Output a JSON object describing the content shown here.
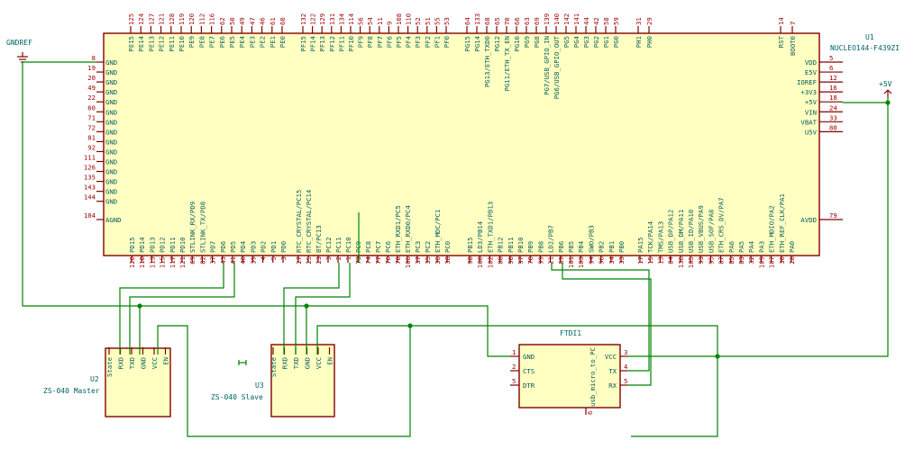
{
  "power": {
    "gnd": "GNDREF",
    "vcc": "+5V"
  },
  "u1": {
    "ref": "U1",
    "value": "NUCLEO144-F439ZI",
    "top_pins": [
      {
        "name": "PE15",
        "num": "125"
      },
      {
        "name": "PE14",
        "num": "124"
      },
      {
        "name": "PE13",
        "num": "127"
      },
      {
        "name": "PE12",
        "num": "121"
      },
      {
        "name": "PE11",
        "num": "128"
      },
      {
        "name": "PE10",
        "num": "119"
      },
      {
        "name": "PE9",
        "num": "120"
      },
      {
        "name": "PE8",
        "num": "112"
      },
      {
        "name": "PE7",
        "num": "116"
      },
      {
        "name": "PE6",
        "num": "62"
      },
      {
        "name": "PE5",
        "num": "50"
      },
      {
        "name": "PE4",
        "num": "49"
      },
      {
        "name": "PE3",
        "num": "47"
      },
      {
        "name": "PE2",
        "num": "46"
      },
      {
        "name": "PE1",
        "num": "61"
      },
      {
        "name": "PE0",
        "num": "60"
      },
      {
        "name": "PF15",
        "num": "132"
      },
      {
        "name": "PF14",
        "num": "122"
      },
      {
        "name": "PF13",
        "num": "129"
      },
      {
        "name": "PF12",
        "num": "131"
      },
      {
        "name": "PF11",
        "num": "134"
      },
      {
        "name": "PF10",
        "num": "114"
      },
      {
        "name": "PF9",
        "num": "56"
      },
      {
        "name": "PF8",
        "num": "54"
      },
      {
        "name": "PF7",
        "num": "11"
      },
      {
        "name": "PF6",
        "num": "9"
      },
      {
        "name": "PF5",
        "num": "108"
      },
      {
        "name": "PF4",
        "num": "110"
      },
      {
        "name": "PF3",
        "num": "52"
      },
      {
        "name": "PF2",
        "num": "51"
      },
      {
        "name": "PF1",
        "num": "55"
      },
      {
        "name": "PF0",
        "num": "53"
      },
      {
        "name": "PG15",
        "num": "64"
      },
      {
        "name": "PG14",
        "num": "133"
      },
      {
        "name": "PG13/ETH_TXD0",
        "num": "68"
      },
      {
        "name": "PG12",
        "num": "65"
      },
      {
        "name": "PG11/ETH_TX_EN",
        "num": "70"
      },
      {
        "name": "PG10",
        "num": "66"
      },
      {
        "name": "PG9",
        "num": "63"
      },
      {
        "name": "PG8",
        "num": "69"
      },
      {
        "name": "PG7/USB_GPIO_IN",
        "num": "139"
      },
      {
        "name": "PG6/USB_GPIO_OUT",
        "num": "140"
      },
      {
        "name": "PG5",
        "num": "142"
      },
      {
        "name": "PG4",
        "num": "141"
      },
      {
        "name": "PG3",
        "num": "44"
      },
      {
        "name": "PG2",
        "num": "42"
      },
      {
        "name": "PG1",
        "num": "58"
      },
      {
        "name": "PG0",
        "num": "59"
      },
      {
        "name": "PH1",
        "num": "31"
      },
      {
        "name": "PH0",
        "num": "29"
      },
      {
        "name": "RST",
        "num": "14"
      },
      {
        "name": "BOOT0",
        "num": "7"
      }
    ],
    "left_pins": [
      {
        "name": "GND",
        "num": "8"
      },
      {
        "name": "GND",
        "num": "19"
      },
      {
        "name": "GND",
        "num": "20"
      },
      {
        "name": "GND",
        "num": "49"
      },
      {
        "name": "GND",
        "num": "22"
      },
      {
        "name": "GND",
        "num": "60"
      },
      {
        "name": "GND",
        "num": "71"
      },
      {
        "name": "GND",
        "num": "72"
      },
      {
        "name": "GND",
        "num": "81"
      },
      {
        "name": "GND",
        "num": "92"
      },
      {
        "name": "GND",
        "num": "111"
      },
      {
        "name": "GND",
        "num": "126"
      },
      {
        "name": "GND",
        "num": "135"
      },
      {
        "name": "GND",
        "num": "143"
      },
      {
        "name": "GND",
        "num": "144"
      },
      {
        "name": "AGND",
        "num": "104"
      }
    ],
    "right_pins": [
      {
        "name": "VDD",
        "num": "5"
      },
      {
        "name": "E5V",
        "num": "6"
      },
      {
        "name": "IOREF",
        "num": "12"
      },
      {
        "name": "+3V3",
        "num": "16"
      },
      {
        "name": "+5V",
        "num": "18"
      },
      {
        "name": "VIN",
        "num": "24"
      },
      {
        "name": "VBAT",
        "num": "33"
      },
      {
        "name": "U5V",
        "num": "80"
      },
      {
        "name": "AVDD",
        "num": "79"
      }
    ],
    "bottom_pins": [
      {
        "name": "PD15",
        "num": "120"
      },
      {
        "name": "PD14",
        "num": "118"
      },
      {
        "name": "PD13",
        "num": "113"
      },
      {
        "name": "PD12",
        "num": "115"
      },
      {
        "name": "PD11",
        "num": "117"
      },
      {
        "name": "PD10",
        "num": "121"
      },
      {
        "name": "STLINK_RX/PD9",
        "num": "69"
      },
      {
        "name": "STLINK_TX/PD8",
        "num": "82"
      },
      {
        "name": "PD7",
        "num": "37"
      },
      {
        "name": "PD6",
        "num": "43"
      },
      {
        "name": "PD5",
        "num": "41"
      },
      {
        "name": "PD4",
        "num": "40"
      },
      {
        "name": "PD3",
        "num": "39"
      },
      {
        "name": "PD2",
        "num": "4"
      },
      {
        "name": "PD1",
        "num": "5"
      },
      {
        "name": "PD0",
        "num": "3"
      },
      {
        "name": "RTC_CRYSTAL/PC15",
        "num": "27"
      },
      {
        "name": "RTC_CRYSTAL/PC14",
        "num": "25"
      },
      {
        "name": "BT/PC13",
        "num": "23"
      },
      {
        "name": "PC12",
        "num": "3"
      },
      {
        "name": "PC11",
        "num": "2"
      },
      {
        "name": "PC10",
        "num": "1"
      },
      {
        "name": "PC9",
        "num": "73"
      },
      {
        "name": "PC8",
        "num": "74"
      },
      {
        "name": "PC7",
        "num": "77"
      },
      {
        "name": "PC6",
        "num": "76"
      },
      {
        "name": "ETH_RXD1/PC5",
        "num": "78"
      },
      {
        "name": "ETH_RXD0/PC4",
        "num": "106"
      },
      {
        "name": "PC3",
        "num": "37"
      },
      {
        "name": "PC2",
        "num": "35"
      },
      {
        "name": "ETH_MDC/PC1",
        "num": "36"
      },
      {
        "name": "PC0",
        "num": "38"
      },
      {
        "name": "PB15",
        "num": "98"
      },
      {
        "name": "LD3/PB14",
        "num": "100"
      },
      {
        "name": "ETH_TXD1/PB13",
        "num": "102"
      },
      {
        "name": "PB12",
        "num": "88"
      },
      {
        "name": "PB11",
        "num": "90"
      },
      {
        "name": "PB10",
        "num": "97"
      },
      {
        "name": "PB9",
        "num": "70"
      },
      {
        "name": "PB8",
        "num": "99"
      },
      {
        "name": "LD2/PB7",
        "num": "21"
      },
      {
        "name": "PB6",
        "num": "89"
      },
      {
        "name": "PB5",
        "num": "101"
      },
      {
        "name": "PB4",
        "num": "103"
      },
      {
        "name": "SWO/PB3",
        "num": "94"
      },
      {
        "name": "PB2",
        "num": "96"
      },
      {
        "name": "PB1",
        "num": "34"
      },
      {
        "name": "PB0",
        "num": "33"
      },
      {
        "name": "PA15",
        "num": "17"
      },
      {
        "name": "TCK/PA14",
        "num": "15"
      },
      {
        "name": "TMS/PA13",
        "num": "13"
      },
      {
        "name": "USB_DP/PA12",
        "num": "84"
      },
      {
        "name": "USB_DM/PA11",
        "num": "136"
      },
      {
        "name": "USB_ID/PA10",
        "num": "105"
      },
      {
        "name": "USB_VBUS/PA9",
        "num": "93"
      },
      {
        "name": "USB_SOF/PA8",
        "num": "95"
      },
      {
        "name": "ETH_CRS_DV/PA7",
        "num": "87"
      },
      {
        "name": "PA6",
        "num": "85"
      },
      {
        "name": "PA5",
        "num": "83"
      },
      {
        "name": "PA4",
        "num": "32"
      },
      {
        "name": "PA3",
        "num": "109"
      },
      {
        "name": "ETH_MDIO/PA2",
        "num": "107"
      },
      {
        "name": "ETH_REF_CLK/PA1",
        "num": "30"
      },
      {
        "name": "PA0",
        "num": "28"
      }
    ]
  },
  "u2": {
    "ref": "U2",
    "value": "ZS-040 Master",
    "pins": [
      "State",
      "RXD",
      "TXD",
      "GND",
      "VCC",
      "EN"
    ]
  },
  "u3": {
    "ref": "U3",
    "value": "ZS-040 Slave",
    "pins": [
      "State",
      "RXD",
      "TXD",
      "GND",
      "VCC",
      "EN"
    ]
  },
  "ftdi": {
    "ref": "FTDI1",
    "value": "usb_micro_to_PC",
    "left_pins": [
      {
        "name": "GND",
        "num": "1"
      },
      {
        "name": "CTS",
        "num": "2"
      },
      {
        "name": "DTR",
        "num": "5"
      }
    ],
    "right_pins": [
      {
        "name": "VCC",
        "num": "3"
      },
      {
        "name": "TX",
        "num": "4"
      },
      {
        "name": "RX",
        "num": "5"
      }
    ],
    "bottom_num": "6"
  }
}
